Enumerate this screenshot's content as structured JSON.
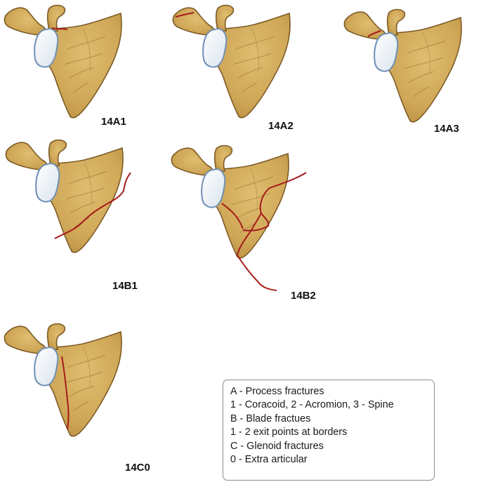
{
  "colors": {
    "bone_fill": "#d2ad5c",
    "bone_shade": "#a27a34",
    "bone_outline": "#7d5b26",
    "glenoid_fill": "#eef3f8",
    "glenoid_outline": "#6f8fb6",
    "fracture": "#a61c1c"
  },
  "panels": [
    {
      "label": "14A1"
    },
    {
      "label": "14A2"
    },
    {
      "label": "14A3"
    },
    {
      "label": "14B1"
    },
    {
      "label": "14B2"
    },
    {
      "label": "14C0"
    }
  ],
  "legend": {
    "lines": [
      "A - Process fractures",
      "1 - Coracoid, 2 - Acromion, 3 - Spine",
      "B - Blade fractues",
      "1 - 2 exit points at borders",
      "C - Glenoid fractures",
      "0 - Extra articular"
    ]
  }
}
